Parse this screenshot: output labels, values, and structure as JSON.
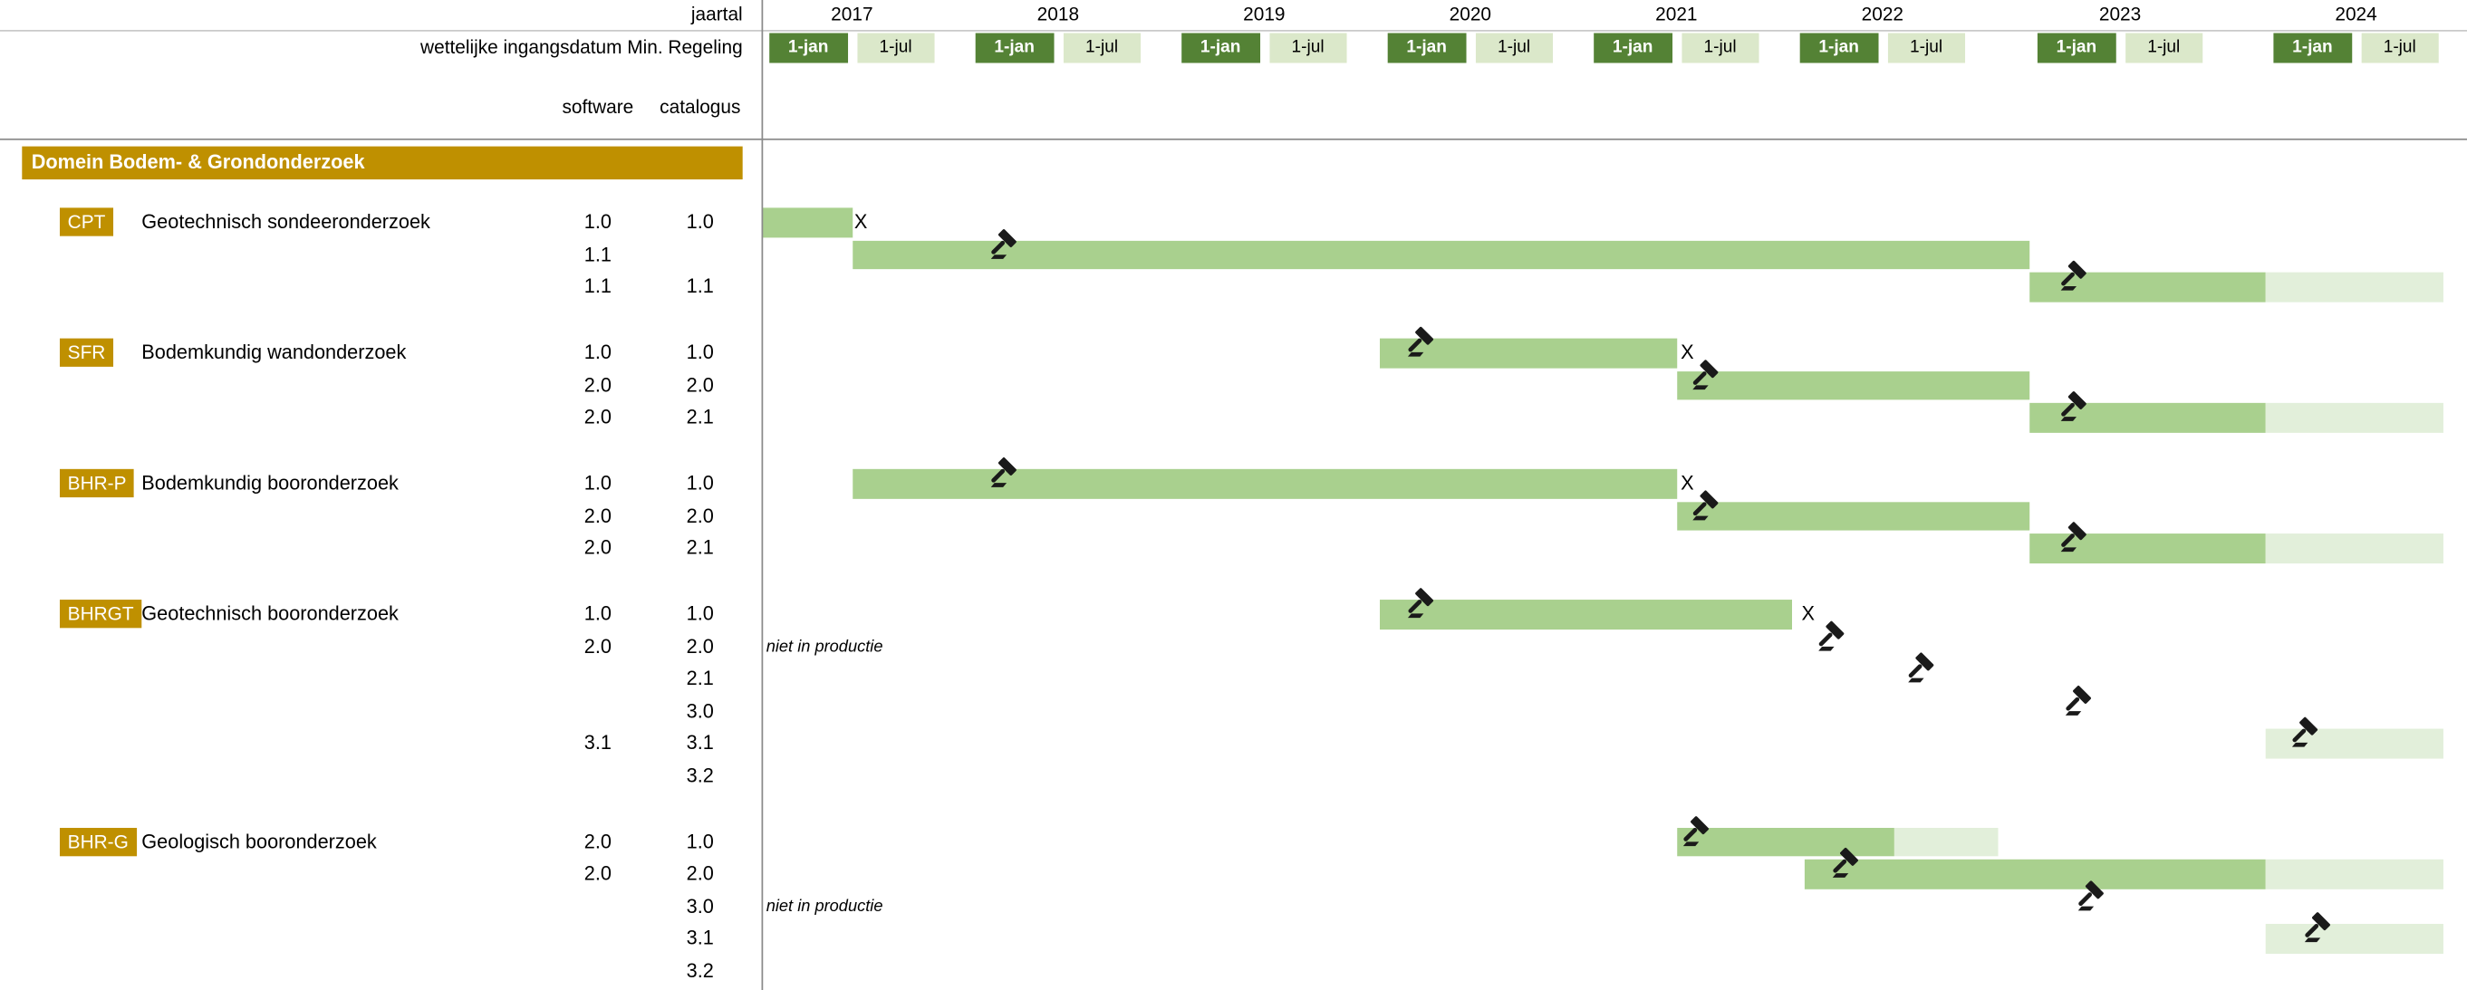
{
  "header": {
    "jaartal_label": "jaartal",
    "regeling_label": "wettelijke ingangsdatum Min. Regeling",
    "software_label": "software",
    "catalogus_label": "catalogus",
    "jan_label": "1-jan",
    "jul_label": "1-jul",
    "years": [
      2017,
      2018,
      2019,
      2020,
      2021,
      2022,
      2023,
      2024
    ]
  },
  "domain": {
    "title": "Domein Bodem- & Grondonderzoek"
  },
  "colors": {
    "gold": "#bf9000",
    "cell_jan": "#548235",
    "cell_jul": "#dbe8ca",
    "bar": "#a9d08e",
    "bar_light": "#e2efda",
    "grid": "#8a8a8a"
  },
  "chart_data": {
    "type": "gantt",
    "title": "Domein Bodem- & Grondonderzoek",
    "x_glyph": "X",
    "axis": {
      "unit": "year",
      "years": [
        2017,
        2018,
        2019,
        2020,
        2021,
        2022,
        2023,
        2024
      ],
      "half_year_labels": [
        "1-jan",
        "1-jul"
      ],
      "range": [
        2017.0,
        2024.75
      ]
    },
    "groups": [
      {
        "code": "CPT",
        "name": "Geotechnisch sondeeronderzoek",
        "rows": [
          {
            "software": "1.0",
            "catalogus": "1.0",
            "bars": [
              {
                "from": 2017.0,
                "to": 2017.44,
                "shade": "dark"
              }
            ],
            "x_mark": 2017.45
          },
          {
            "software": "1.1",
            "catalogus": "",
            "bars": [
              {
                "from": 2017.44,
                "to": 2023.0,
                "shade": "dark"
              }
            ],
            "gavel": 2018.1
          },
          {
            "software": "1.1",
            "catalogus": "1.1",
            "bars": [
              {
                "from": 2023.0,
                "to": 2024.0,
                "shade": "dark"
              },
              {
                "from": 2024.0,
                "to": 2024.75,
                "shade": "light"
              }
            ],
            "gavel": 2023.12
          }
        ]
      },
      {
        "code": "SFR",
        "name": "Bodemkundig wandonderzoek",
        "rows": [
          {
            "software": "1.0",
            "catalogus": "1.0",
            "bars": [
              {
                "from": 2020.0,
                "to": 2021.44,
                "shade": "dark"
              }
            ],
            "gavel": 2020.12,
            "x_mark": 2021.46
          },
          {
            "software": "2.0",
            "catalogus": "2.0",
            "bars": [
              {
                "from": 2021.44,
                "to": 2023.0,
                "shade": "dark"
              }
            ],
            "gavel": 2021.5
          },
          {
            "software": "2.0",
            "catalogus": "2.1",
            "bars": [
              {
                "from": 2023.0,
                "to": 2024.0,
                "shade": "dark"
              },
              {
                "from": 2024.0,
                "to": 2024.75,
                "shade": "light"
              }
            ],
            "gavel": 2023.12
          }
        ]
      },
      {
        "code": "BHR-P",
        "name": "Bodemkundig booronderzoek",
        "rows": [
          {
            "software": "1.0",
            "catalogus": "1.0",
            "bars": [
              {
                "from": 2017.44,
                "to": 2021.44,
                "shade": "dark"
              }
            ],
            "gavel": 2018.1,
            "x_mark": 2021.46
          },
          {
            "software": "2.0",
            "catalogus": "2.0",
            "bars": [
              {
                "from": 2021.44,
                "to": 2023.0,
                "shade": "dark"
              }
            ],
            "gavel": 2021.5
          },
          {
            "software": "2.0",
            "catalogus": "2.1",
            "bars": [
              {
                "from": 2023.0,
                "to": 2024.0,
                "shade": "dark"
              },
              {
                "from": 2024.0,
                "to": 2024.75,
                "shade": "light"
              }
            ],
            "gavel": 2023.12
          }
        ]
      },
      {
        "code": "BHRGT",
        "name": "Geotechnisch booronderzoek",
        "rows": [
          {
            "software": "1.0",
            "catalogus": "1.0",
            "bars": [
              {
                "from": 2020.0,
                "to": 2022.0,
                "shade": "dark"
              }
            ],
            "gavel": 2020.12,
            "x_mark": 2022.04
          },
          {
            "software": "2.0",
            "catalogus": "2.0",
            "note": "niet in productie",
            "gavel": 2022.1
          },
          {
            "software": "",
            "catalogus": "2.1",
            "gavel": 2022.48
          },
          {
            "software": "",
            "catalogus": "3.0",
            "gavel": 2023.14
          },
          {
            "software": "3.1",
            "catalogus": "3.1",
            "bars": [
              {
                "from": 2024.0,
                "to": 2024.75,
                "shade": "light"
              }
            ],
            "gavel": 2024.1
          },
          {
            "software": "",
            "catalogus": "3.2"
          }
        ]
      },
      {
        "code": "BHR-G",
        "name": "Geologisch booronderzoek",
        "rows": [
          {
            "software": "2.0",
            "catalogus": "1.0",
            "bars": [
              {
                "from": 2021.44,
                "to": 2022.43,
                "shade": "dark"
              },
              {
                "from": 2022.43,
                "to": 2022.87,
                "shade": "light"
              }
            ],
            "gavel": 2021.46
          },
          {
            "software": "2.0",
            "catalogus": "2.0",
            "bars": [
              {
                "from": 2022.05,
                "to": 2024.0,
                "shade": "dark"
              },
              {
                "from": 2024.0,
                "to": 2024.75,
                "shade": "light"
              }
            ],
            "gavel": 2022.16
          },
          {
            "software": "",
            "catalogus": "3.0",
            "note": "niet in productie",
            "gavel": 2023.19
          },
          {
            "software": "",
            "catalogus": "3.1",
            "bars": [
              {
                "from": 2024.0,
                "to": 2024.75,
                "shade": "light"
              }
            ],
            "gavel": 2024.15
          },
          {
            "software": "",
            "catalogus": "3.2"
          }
        ]
      }
    ]
  }
}
